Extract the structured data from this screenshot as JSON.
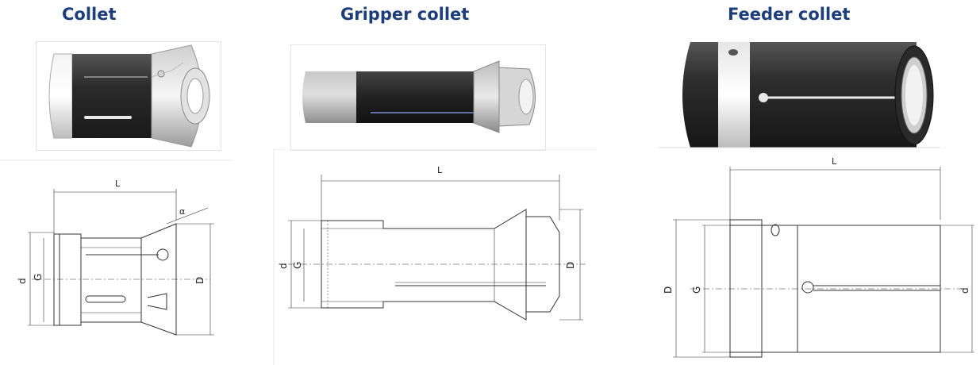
{
  "titles": {
    "collet": "Collet",
    "gripper": "Gripper collet",
    "feeder": "Feeder collet"
  },
  "dims": {
    "collet": {
      "L": "L",
      "d": "d",
      "G": "G",
      "D": "D",
      "alpha": "α"
    },
    "gripper": {
      "L": "L",
      "d": "d",
      "G": "G",
      "D": "D"
    },
    "feeder": {
      "L": "L",
      "D": "D",
      "G": "G",
      "d": "d"
    }
  },
  "colors": {
    "title": "#1c3f7a",
    "body_dark": "#2b2b2b",
    "metal_light": "#d9d9d9",
    "slot": "#5a7fd6"
  }
}
